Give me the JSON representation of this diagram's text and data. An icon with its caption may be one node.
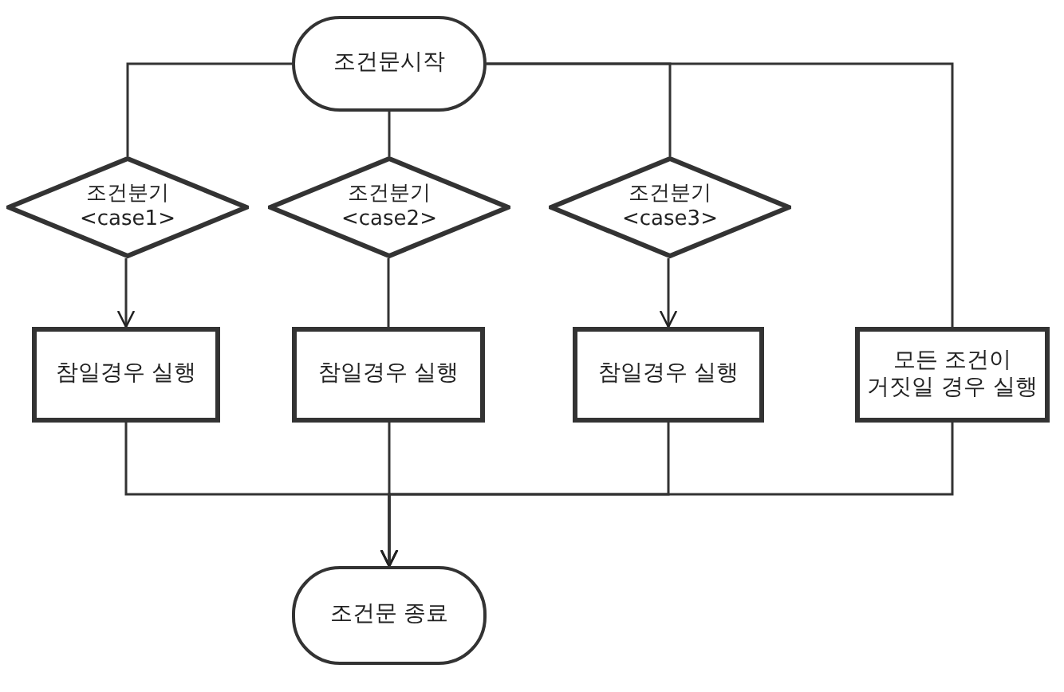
{
  "diagram": {
    "nodes": [
      {
        "text": [
          "조건문시작"
        ]
      },
      {
        "text": [
          "조건분기 <case1>"
        ]
      },
      {
        "text": [
          "조건분기 <case2>"
        ]
      },
      {
        "text": [
          "조건분기 <case3>"
        ]
      },
      {
        "text": [
          "참일경우 실행"
        ]
      },
      {
        "text": [
          "참일경우 실행"
        ]
      },
      {
        "text": [
          "참일경우 실행"
        ]
      },
      {
        "text": [
          "모든 조건이 거짓일 경우 실행"
        ]
      },
      {
        "text": [
          "조건문 종료"
        ]
      }
    ],
    "edges": [
      {
        "from": 0,
        "to": 1,
        "arrow": "none"
      },
      {
        "from": 0,
        "to": 2,
        "arrow": "none"
      },
      {
        "from": 0,
        "to": 3,
        "arrow": "none"
      },
      {
        "from": 0,
        "to": 7,
        "arrow": "none"
      },
      {
        "from": 1,
        "to": 4,
        "arrow": "to"
      },
      {
        "from": 2,
        "to": 5,
        "arrow": "none"
      },
      {
        "from": 3,
        "to": 6,
        "arrow": "to"
      },
      {
        "from": 4,
        "to": 8,
        "arrow": "to"
      },
      {
        "from": 5,
        "to": 8,
        "arrow": "to"
      },
      {
        "from": 6,
        "to": 8,
        "arrow": "to"
      },
      {
        "from": 7,
        "to": 8,
        "arrow": "to"
      }
    ]
  }
}
